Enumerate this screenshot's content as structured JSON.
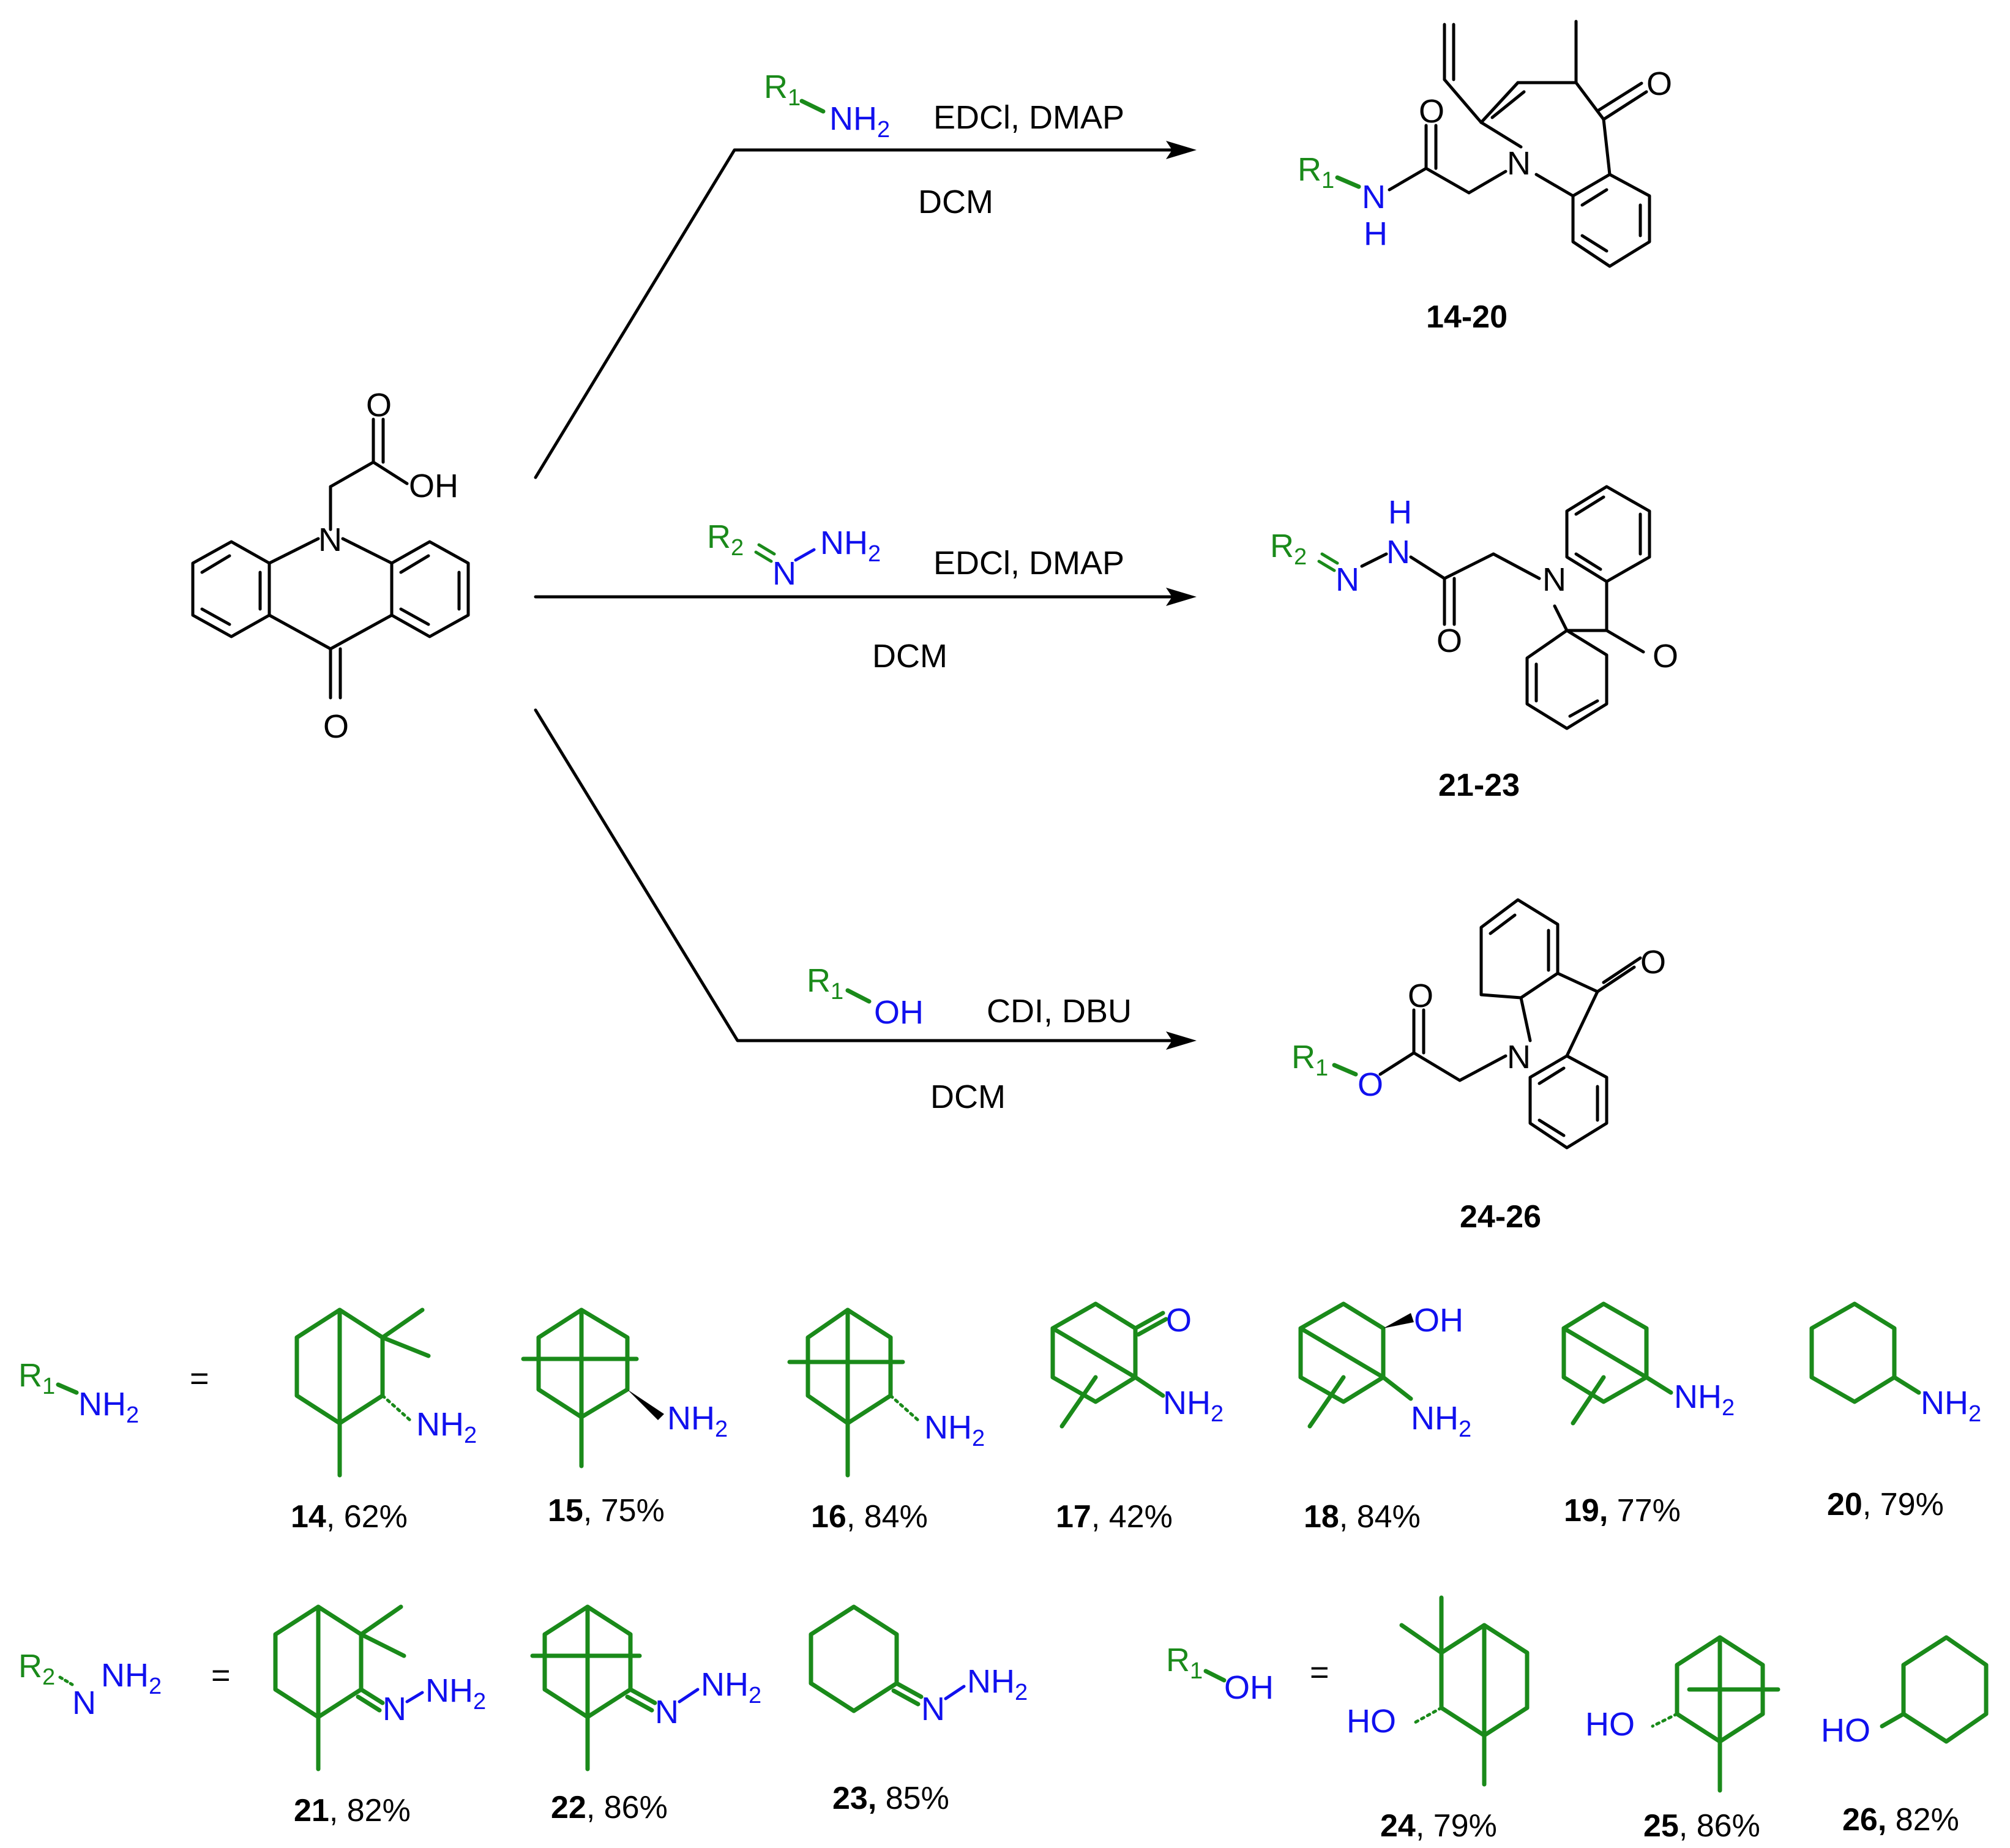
{
  "reaction_1": {
    "reagent_r": "R",
    "reagent_sub": "1",
    "reagent_nh2": "NH",
    "reagent_nh2_sub": "2",
    "conditions_top": "EDCl, DMAP",
    "conditions_bottom": "DCM",
    "product_label": "14-20"
  },
  "reaction_2": {
    "reagent_r": "R",
    "reagent_sub": "2",
    "reagent_n": "N",
    "reagent_nh2": "NH",
    "reagent_nh2_sub": "2",
    "conditions_top": "EDCl, DMAP",
    "conditions_bottom": "DCM",
    "product_label": "21-23"
  },
  "reaction_3": {
    "reagent_r": "R",
    "reagent_sub": "1",
    "reagent_oh": "OH",
    "conditions_top": "CDI, DBU",
    "conditions_bottom": "DCM",
    "product_label": "24-26"
  },
  "atoms": {
    "O": "O",
    "OH": "OH",
    "N": "N",
    "H": "H",
    "NH2": "NH",
    "sub2": "2",
    "HO": "HO"
  },
  "amines_row": {
    "legend_r": "R",
    "legend_sub": "1",
    "legend_nh": "NH",
    "legend_nh_sub": "2",
    "eq": "=",
    "compounds": [
      {
        "id": "14",
        "yield": ", 62%"
      },
      {
        "id": "15",
        "yield": ", 75%"
      },
      {
        "id": "16",
        "yield": ", 84%"
      },
      {
        "id": "17",
        "yield": ", 42%"
      },
      {
        "id": "18",
        "yield": ", 84%"
      },
      {
        "id": "19,",
        "yield": " 77%"
      },
      {
        "id": "20",
        "yield": ", 79%"
      }
    ]
  },
  "hydrazones_row": {
    "legend_r": "R",
    "legend_sub": "2",
    "legend_n": "N",
    "legend_nh": "NH",
    "legend_nh_sub": "2",
    "eq": "=",
    "compounds": [
      {
        "id": "21",
        "yield": ", 82%"
      },
      {
        "id": "22",
        "yield": ", 86%"
      },
      {
        "id": "23,",
        "yield": " 85%"
      }
    ]
  },
  "alcohols_row": {
    "legend_r": "R",
    "legend_sub": "1",
    "legend_oh": "OH",
    "eq": "=",
    "compounds": [
      {
        "id": "24",
        "yield": ", 79%"
      },
      {
        "id": "25",
        "yield": ", 86%"
      },
      {
        "id": "26,",
        "yield": " 82%"
      }
    ]
  },
  "colors": {
    "bond": "#000000",
    "substituent": "#1a8a1a",
    "heteroatom": "#1010ee"
  }
}
